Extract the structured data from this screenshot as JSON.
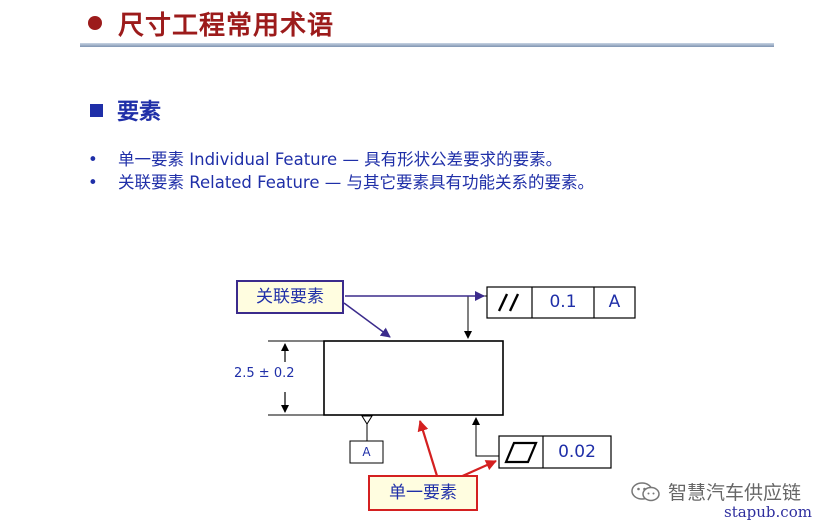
{
  "header": {
    "title": "尺寸工程常用术语"
  },
  "section": {
    "title": "要素"
  },
  "bullets": [
    {
      "marker": "•",
      "text": "单一要素 Individual Feature — 具有形状公差要求的要素。"
    },
    {
      "marker": "•",
      "text": "关联要素 Related Feature — 与其它要素具有功能关系的要素。"
    }
  ],
  "diagram": {
    "related_label": "关联要素",
    "individual_label": "单一要素",
    "parallel_frame": {
      "tolerance": "0.1",
      "datum": "A"
    },
    "flatness_frame": {
      "tolerance": "0.02"
    },
    "dimension": "2.5 ± 0.2",
    "datum_feature": "A",
    "colors": {
      "text": "#1f2fa8",
      "outline": "#000000",
      "related_arrow": "#3b2b8c",
      "individual_arrow": "#d42020",
      "label_fill": "#fffde0"
    }
  },
  "watermark": {
    "channel": "智慧汽车供应链",
    "site": "stapub.com"
  }
}
